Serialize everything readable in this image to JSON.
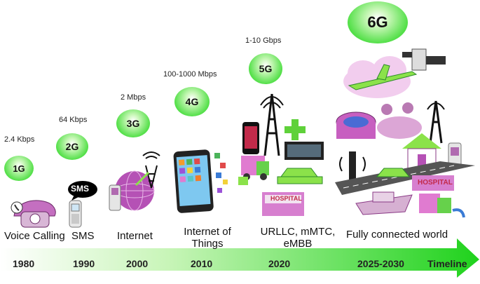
{
  "generations": [
    {
      "id": "1g",
      "label": "1G",
      "speed": "2.4 Kbps",
      "caption": "Voice Calling",
      "year": "1980"
    },
    {
      "id": "2g",
      "label": "2G",
      "speed": "64 Kbps",
      "caption": "SMS",
      "year": "1990"
    },
    {
      "id": "3g",
      "label": "3G",
      "speed": "2 Mbps",
      "caption": "Internet",
      "year": "2000"
    },
    {
      "id": "4g",
      "label": "4G",
      "speed": "100-1000 Mbps",
      "caption": "Internet of Things",
      "year": "2010"
    },
    {
      "id": "5g",
      "label": "5G",
      "speed": "1-10 Gbps",
      "caption": "URLLC, mMTC, eMBB",
      "year": "2020"
    },
    {
      "id": "6g",
      "label": "6G",
      "speed": "",
      "caption": "Fully connected world",
      "year": "2025-2030"
    }
  ],
  "timeline_label": "Timeline",
  "icons": {
    "sms_bubble": "SMS",
    "hospital_sign": "HOSPITAL"
  },
  "colors": {
    "arrow_start": "#ffffff",
    "arrow_end": "#22d11f",
    "gen_green": "#3fd43a",
    "purple": "#b03aa8"
  }
}
